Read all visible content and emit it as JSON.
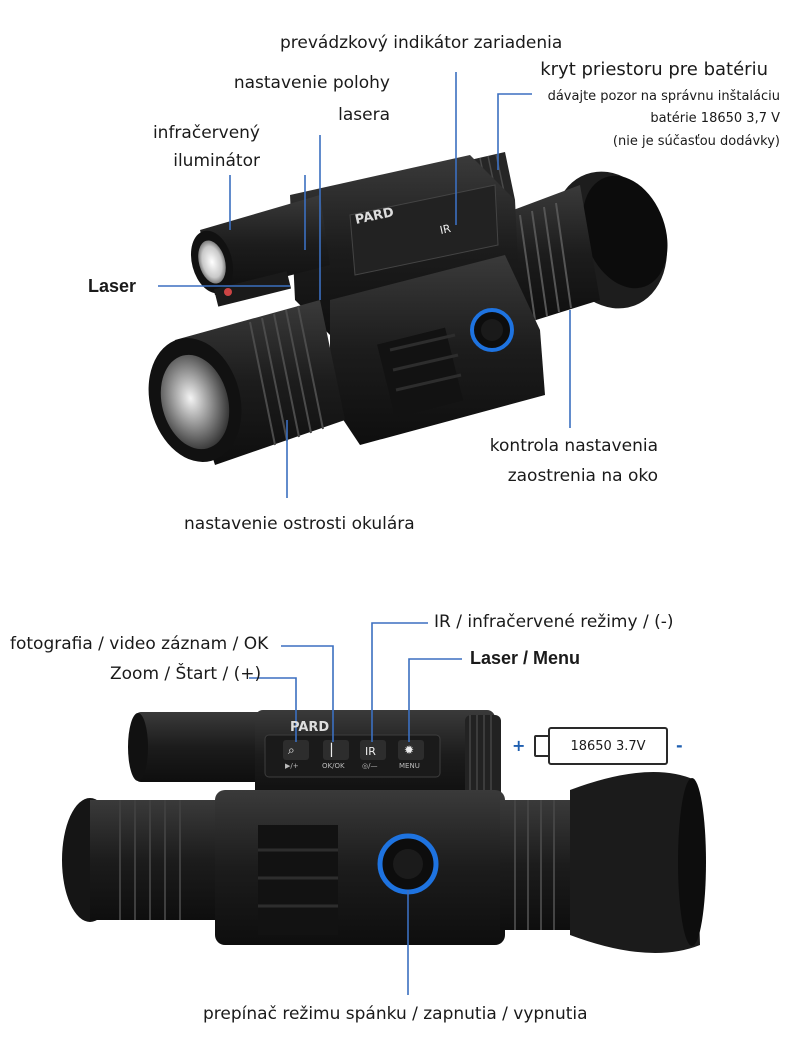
{
  "colors": {
    "leader": "#3b6fc0",
    "device_dark": "#151515",
    "device_mid": "#2b2b2b",
    "ring_blue": "#1e73e0"
  },
  "top_diagram": {
    "operation_indicator": "prevádzkový indikátor zariadenia",
    "laser_position_1": "nastavenie polohy",
    "laser_position_2": "lasera",
    "battery_cover": "kryt priestoru pre batériu",
    "battery_note_1": "dávajte pozor na správnu inštaláciu",
    "battery_note_2": "batérie 18650 3,7 V",
    "battery_note_3": "(nie je súčasťou dodávky)",
    "ir_illuminator_1": "infračervený",
    "ir_illuminator_2": "iluminátor",
    "laser": "Laser",
    "diopter_1": "kontrola nastavenia",
    "diopter_2": "zaostrenia na oko",
    "eyepiece_focus": "nastavenie ostrosti okulára"
  },
  "bottom_diagram": {
    "ir_modes": "IR / infračervené režimy / (-)",
    "photo_video": "fotografia / video záznam / OK",
    "laser_menu": "Laser / Menu",
    "zoom_start": "Zoom / Štart / (+)",
    "sleep_power": "prepínač režimu spánku / zapnutia / vypnutia",
    "battery_label": "18650 3.7V",
    "battery_plus": "+",
    "battery_minus": "-"
  },
  "device": {
    "brand": "PARD",
    "button_ir": "IR",
    "button_menu_caption": "MENU",
    "button_ok_caption": "OK/OK",
    "button_zoom_caption": "▶/+",
    "button_ir_caption": "◎/—"
  }
}
